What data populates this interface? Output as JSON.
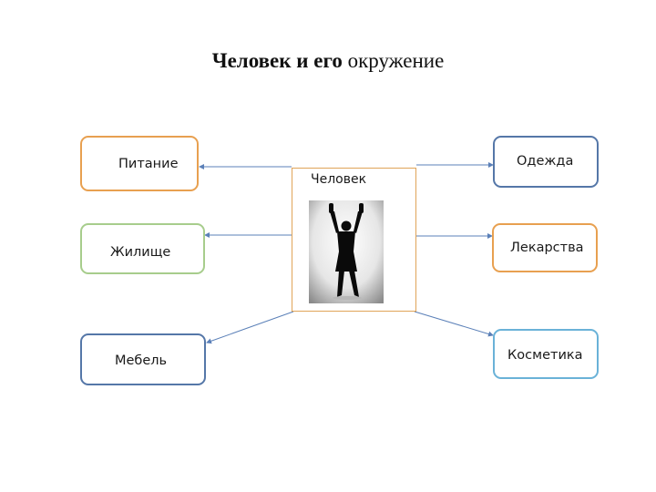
{
  "title": {
    "bold": "Человек  и его",
    "rest": " окружение"
  },
  "center": {
    "label": "Человек",
    "image": "person-arms-raised-silhouette"
  },
  "left_nodes": [
    {
      "label": "Питание"
    },
    {
      "label": "Жилище"
    },
    {
      "label": "Мебель"
    }
  ],
  "right_nodes": [
    {
      "label": "Одежда"
    },
    {
      "label": "Лекарства"
    },
    {
      "label": "Косметика"
    }
  ],
  "colors": {
    "orange": "#e8a050",
    "green": "#a7cd8c",
    "blue": "#5577a8",
    "lightblue": "#6ab2d8",
    "arrow": "#5b80b8"
  }
}
